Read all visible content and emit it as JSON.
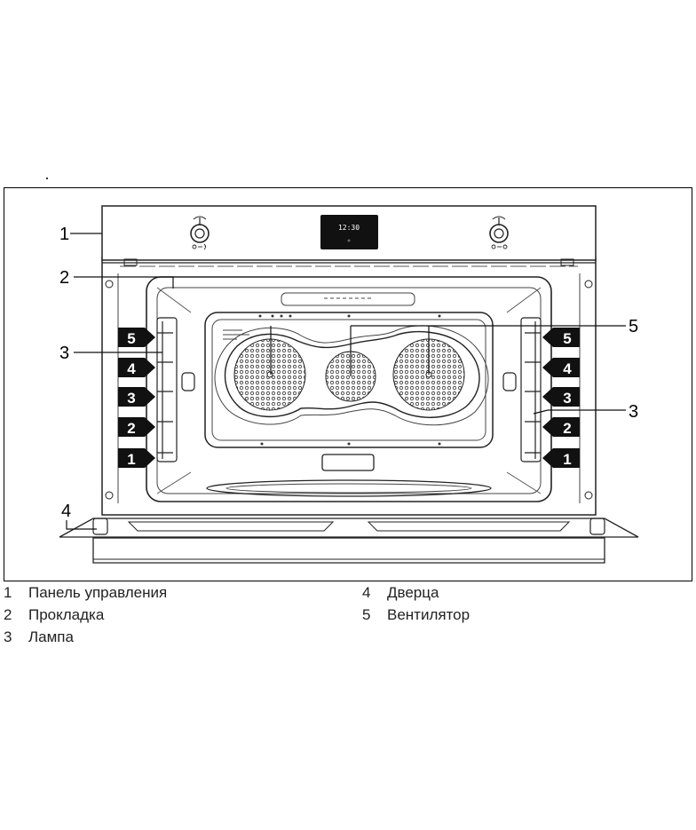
{
  "diagram": {
    "callouts": [
      "1",
      "2",
      "3",
      "3",
      "4",
      "5"
    ],
    "shelf_levels": [
      "5",
      "4",
      "3",
      "2",
      "1"
    ],
    "display_time": "12:30"
  },
  "legend": {
    "left": [
      {
        "num": "1",
        "text": "Панель управления"
      },
      {
        "num": "2",
        "text": "Прокладка"
      },
      {
        "num": "3",
        "text": "Лампа"
      }
    ],
    "right": [
      {
        "num": "4",
        "text": "Дверца"
      },
      {
        "num": "5",
        "text": "Вентилятор"
      }
    ]
  }
}
